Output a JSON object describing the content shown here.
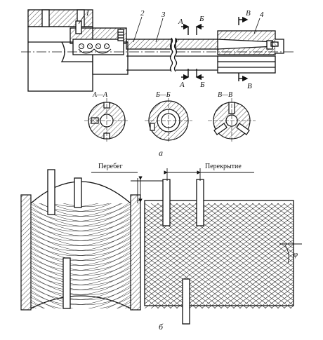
{
  "parts": {
    "p1": "1",
    "p2": "2",
    "p3": "3",
    "p4": "4"
  },
  "cuts": {
    "a": "А",
    "b": "Б",
    "v": "В"
  },
  "sections": {
    "aa": "А—А",
    "bb": "Б—Б",
    "vv": "В—В"
  },
  "captions": {
    "top": "а",
    "bottom": "б"
  },
  "labels": {
    "overrun": "Перебег",
    "overlap": "Перекрытие",
    "angle": "φ"
  }
}
